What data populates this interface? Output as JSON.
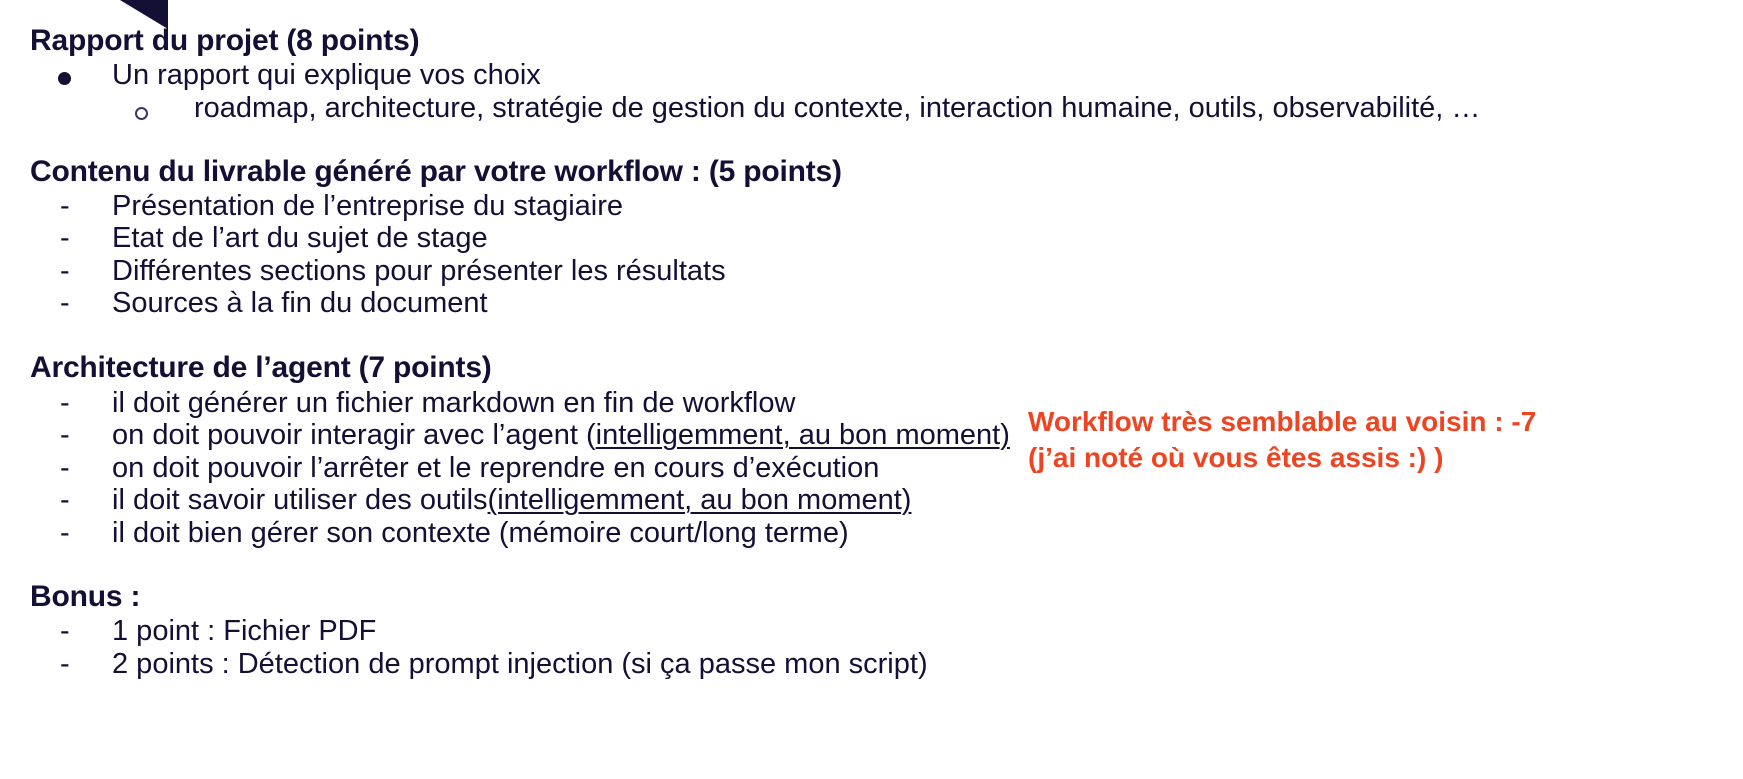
{
  "slide": {
    "decoration": {
      "name": "corner-triangle",
      "color": "#140f35"
    },
    "text_color": "#140f35",
    "accent_color": "#ee4422",
    "background": "#ffffff",
    "sections": [
      {
        "id": "rapport",
        "heading": "Rapport du projet  (8 points)",
        "items": [
          {
            "marker": "dot",
            "text": "Un rapport qui explique vos choix"
          },
          {
            "marker": "ring",
            "text": "roadmap, architecture, stratégie de gestion du contexte, interaction humaine, outils, observabilité, …"
          }
        ]
      },
      {
        "id": "contenu",
        "heading": "Contenu du livrable généré par votre workflow : (5 points)",
        "items": [
          {
            "marker": "dash",
            "text": "Présentation de l’entreprise du stagiaire"
          },
          {
            "marker": "dash",
            "text": "Etat de l’art du sujet de stage"
          },
          {
            "marker": "dash",
            "text": "Différentes sections pour présenter les résultats"
          },
          {
            "marker": "dash",
            "text": "Sources à la fin du document"
          }
        ]
      },
      {
        "id": "architecture",
        "heading": "Architecture de l’agent (7 points)",
        "items": [
          {
            "marker": "dash",
            "text": "il doit générer un fichier markdown en fin de workflow"
          },
          {
            "marker": "dash",
            "text": "on doit pouvoir interagir avec l’agent (",
            "underlined": "intelligemment, au bon moment)"
          },
          {
            "marker": "dash",
            "text": "on doit pouvoir l’arrêter et le reprendre en cours d’exécution"
          },
          {
            "marker": "dash",
            "text": "il doit savoir utiliser des outils ",
            "underlined": "(intelligemment, au bon moment)"
          },
          {
            "marker": "dash",
            "text": "il doit bien gérer son contexte (mémoire court/long terme)"
          }
        ]
      },
      {
        "id": "bonus",
        "heading": "Bonus :",
        "items": [
          {
            "marker": "dash",
            "text": "1 point : Fichier PDF"
          },
          {
            "marker": "dash",
            "text": "2 points : Détection de prompt injection (si ça passe mon script)"
          }
        ]
      }
    ],
    "annotation": {
      "line1": "Workflow très semblable au voisin : -7",
      "line2": "(j’ai noté où vous êtes assis :) )"
    }
  }
}
